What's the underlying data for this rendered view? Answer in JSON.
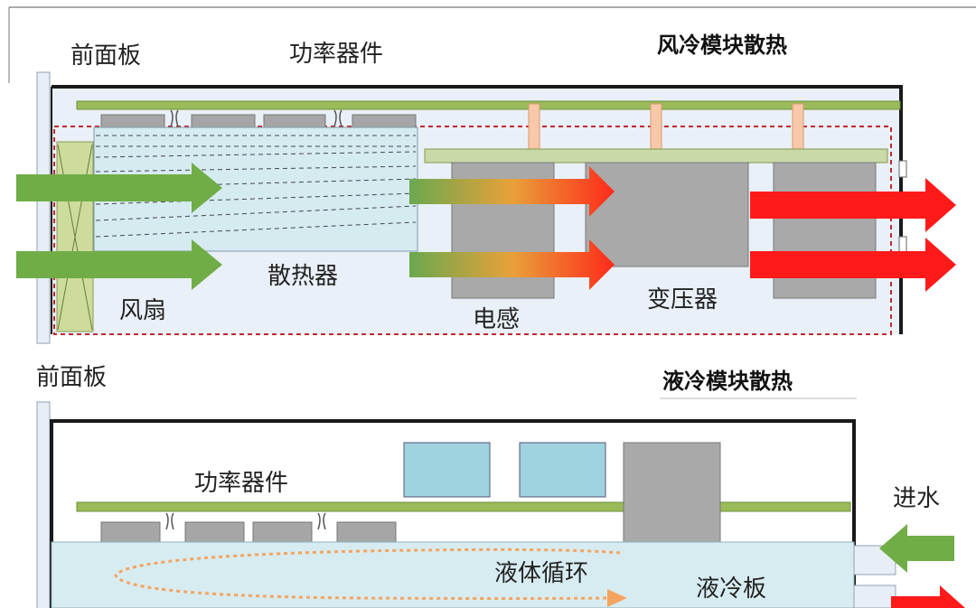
{
  "air_section": {
    "title": "风冷模块散热",
    "labels": {
      "front_panel": "前面板",
      "power_devices": "功率器件",
      "heatsink": "散热器",
      "fan": "风扇",
      "inductor": "电感",
      "transformer": "变压器"
    }
  },
  "liquid_section": {
    "title": "液冷模块散热",
    "labels": {
      "front_panel": "前面板",
      "power_devices": "功率器件",
      "water_in": "进水",
      "liquid_circulation": "液体循环",
      "cold_plate": "液冷板"
    }
  },
  "colors": {
    "pcb_green": "#9bbb59",
    "heatsink_fill": "#d6ebf0",
    "component_gray": "#a6a6a6",
    "air_green": "#70ad47",
    "hot_red": "#ff1a1a",
    "liquid_orange": "#f4a460",
    "post_orange": "#f8c8a8",
    "cold_plate_blue": "#d7ecf1",
    "tile_blue": "#9fd3df"
  }
}
